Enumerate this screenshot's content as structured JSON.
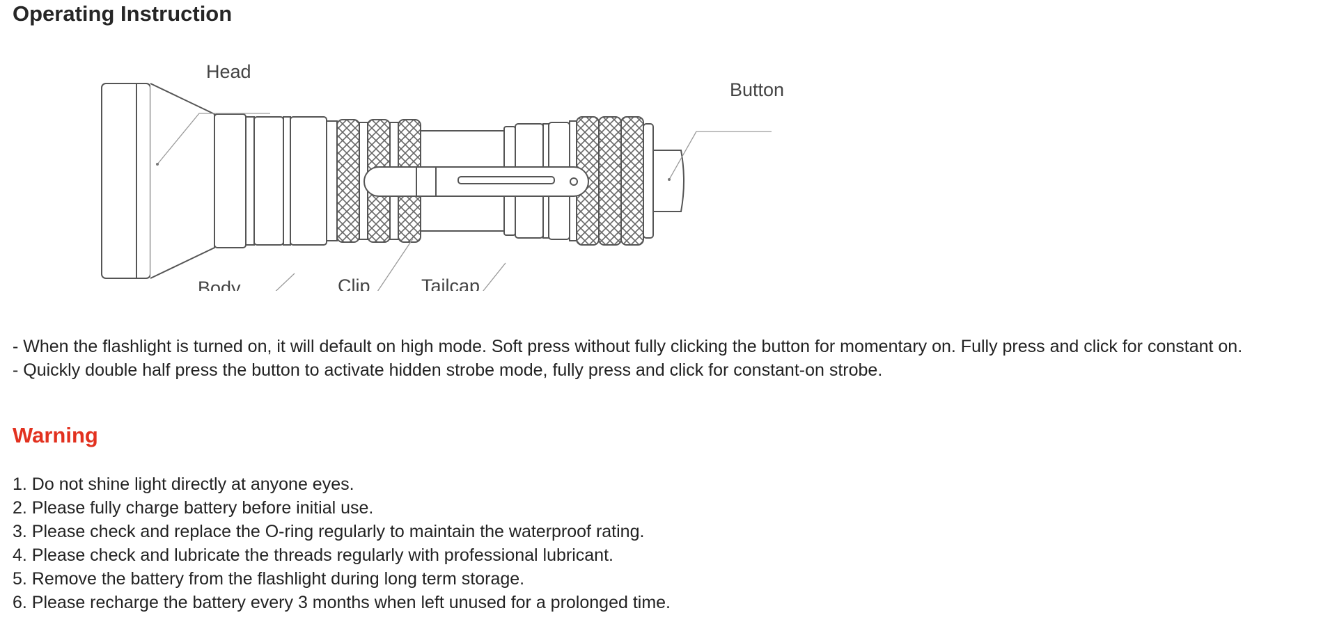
{
  "title": "Operating Instruction",
  "diagram": {
    "labels": {
      "head": "Head",
      "button": "Button",
      "body": "Body",
      "clip": "Clip",
      "tailcap": "Tailcap"
    }
  },
  "instructions": [
    "- When the flashlight is turned on, it will default on high mode. Soft press without fully clicking the button for momentary on. Fully press and click for constant on.",
    "- Quickly double half press the button to activate hidden strobe mode, fully press and click for constant-on strobe."
  ],
  "warning": {
    "title": "Warning",
    "title_color": "#e2311f",
    "items": [
      "1. Do not shine light directly at anyone eyes.",
      "2. Please fully charge battery before initial use.",
      "3. Please check and replace the O-ring regularly to maintain the waterproof rating.",
      "4. Please check and lubricate the threads regularly with professional lubricant.",
      "5. Remove the battery from the flashlight during long term storage.",
      "6. Please recharge the battery every 3 months when left unused for a prolonged time."
    ]
  }
}
